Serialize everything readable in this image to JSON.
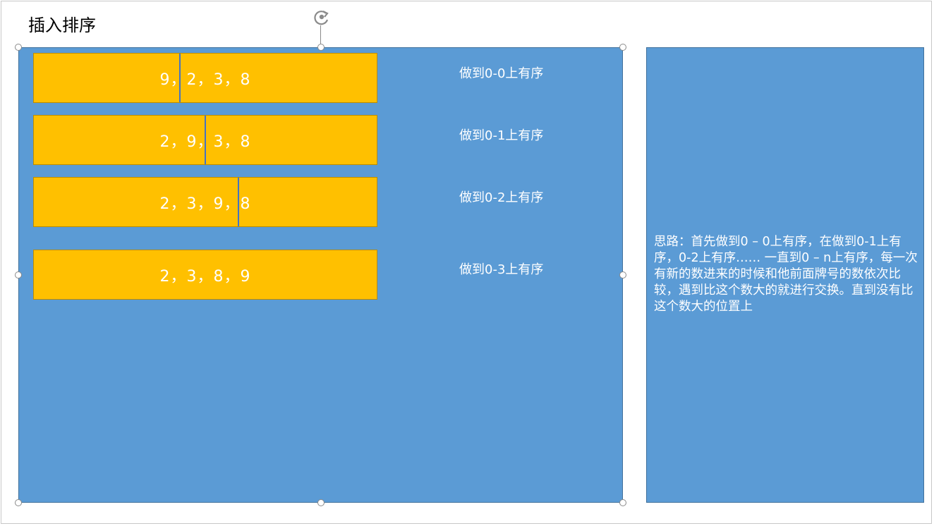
{
  "slide": {
    "title": "插入排序"
  },
  "bars": [
    {
      "text": "9，2，3，8",
      "label": "做到0-0上有序"
    },
    {
      "text": "2，9，3，8",
      "label": "做到0-1上有序"
    },
    {
      "text": "2，3，9，8",
      "label": "做到0-2上有序"
    },
    {
      "text": "2，3，8，9",
      "label": "做到0-3上有序"
    }
  ],
  "note": {
    "text": "思路：首先做到0 – 0上有序，在做到0-1上有序，0-2上有序…… 一直到0 – n上有序，每一次有新的数进来的时候和他前面牌号的数依次比较，遇到比这个数大的就进行交换。直到没有比这个数大的位置上"
  },
  "colors": {
    "box_fill": "#5b9bd5",
    "bar_fill": "#ffc000",
    "divider": "#4472c4"
  },
  "icons": {
    "rotate": "rotate-handle-icon",
    "resize": "resize-handle"
  }
}
